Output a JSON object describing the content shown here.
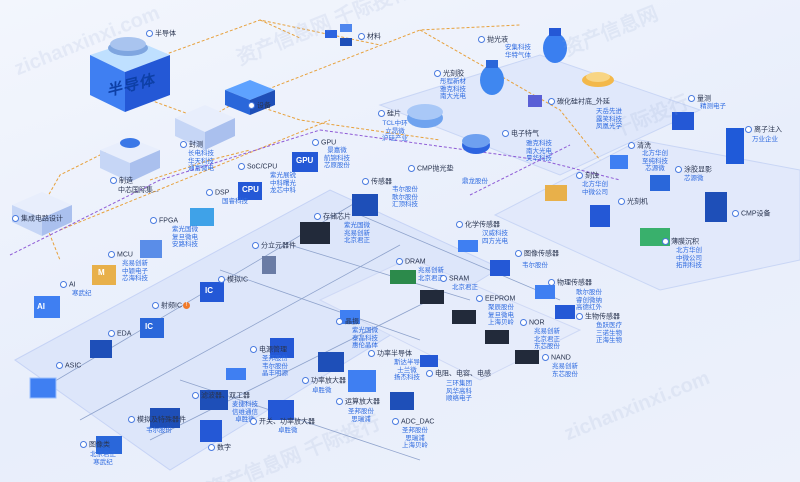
{
  "watermarks": [
    "资产信息网 千际投行",
    "zichanxinxi.com",
    "资产信息网",
    "千际投行",
    "zichanxinxi.com",
    "资产信息网 千际投行"
  ],
  "hub": {
    "logo": "半导体",
    "label": "半导体"
  },
  "l1": {
    "material": "材料",
    "equipment": "设备",
    "packaging": {
      "label": "封测",
      "companies": [
        "长电科技",
        "华天科技",
        "通富微电"
      ]
    },
    "manufacturing": {
      "label": "制造",
      "companies": [
        "中芯国际集..."
      ]
    },
    "design": "集成电路设计"
  },
  "materials": [
    {
      "label": "抛光液",
      "companies": [
        "安集科技",
        "华特气体"
      ]
    },
    {
      "label": "光刻胶",
      "companies": [
        "彤程新材",
        "雅克科技",
        "南大光电"
      ]
    },
    {
      "label": "碳化硅衬底_外延",
      "companies": [
        "天岳先进",
        "露笑科技",
        "凤凰光学"
      ]
    },
    {
      "label": "硅片",
      "companies": [
        "TCL中环",
        "立昂微",
        "沪硅产业"
      ]
    },
    {
      "label": "电子特气",
      "companies": [
        "雅克科技",
        "南大光电",
        "昊华科技"
      ]
    },
    {
      "label": "CMP抛光垫",
      "companies": [
        "鼎龙股份"
      ]
    }
  ],
  "equipment": [
    {
      "label": "量测",
      "companies": [
        "精测电子"
      ]
    },
    {
      "label": "离子注入",
      "companies": [
        "万业企业"
      ]
    },
    {
      "label": "清洗",
      "companies": [
        "北方华创",
        "至纯科技",
        "芯源微"
      ]
    },
    {
      "label": "刻蚀",
      "companies": [
        "北方华创",
        "中微公司"
      ]
    },
    {
      "label": "涂胶显影",
      "companies": [
        "芯源微"
      ]
    },
    {
      "label": "光刻机",
      "companies": []
    },
    {
      "label": "CMP设备",
      "companies": []
    },
    {
      "label": "薄膜沉积",
      "companies": [
        "北方华创",
        "中微公司",
        "拓荆科技"
      ]
    }
  ],
  "design": [
    {
      "label": "GPU",
      "companies": [
        "景嘉微",
        "航锦科技",
        "芯原股份"
      ]
    },
    {
      "label": "SoC/CPU",
      "companies": [
        "紫光展锐",
        "中科曙光",
        "龙芯中科"
      ]
    },
    {
      "label": "DSP",
      "companies": [
        "国睿科技"
      ]
    },
    {
      "label": "FPGA",
      "companies": [
        "紫光国微",
        "复旦微电",
        "安路科技"
      ]
    },
    {
      "label": "MCU",
      "companies": [
        "兆易创新",
        "中颖电子",
        "芯海科技"
      ]
    },
    {
      "label": "AI",
      "companies": [
        "寒武纪"
      ]
    },
    {
      "label": "EDA",
      "companies": []
    },
    {
      "label": "ASIC",
      "companies": []
    },
    {
      "label": "射频IC",
      "companies": []
    },
    {
      "label": "模拟IC",
      "companies": []
    },
    {
      "label": "分立元器件",
      "companies": []
    },
    {
      "label": "传感器",
      "companies": [
        "韦尔股份",
        "歌尔股份",
        "汇顶科技"
      ]
    },
    {
      "label": "存储芯片",
      "companies": [
        "紫光国微",
        "兆易创新",
        "北京君正"
      ]
    },
    {
      "label": "化学传感器",
      "companies": [
        "汉威科技",
        "四方光电"
      ]
    },
    {
      "label": "DRAM",
      "companies": [
        "兆易创新",
        "北京君正"
      ]
    },
    {
      "label": "图像传感器",
      "companies": [
        "韦尔股份"
      ]
    },
    {
      "label": "SRAM",
      "companies": [
        "北京君正"
      ]
    },
    {
      "label": "物理传感器",
      "companies": [
        "歌尔股份",
        "睿创微纳",
        "高德红外"
      ]
    },
    {
      "label": "EEPROM",
      "companies": [
        "聚辰股份",
        "复旦微电",
        "上海贝岭"
      ]
    },
    {
      "label": "生物传感器",
      "companies": [
        "鱼跃医疗",
        "三诺生物",
        "正海生物"
      ]
    },
    {
      "label": "NOR",
      "companies": [
        "兆易创新",
        "北京君正",
        "东芯股份"
      ]
    },
    {
      "label": "NAND",
      "companies": [
        "兆易创新",
        "东芯股份"
      ]
    },
    {
      "label": "晶振",
      "companies": [
        "紫光国微",
        "泰晶科技",
        "惠伦晶体"
      ]
    },
    {
      "label": "功率半导体",
      "companies": [
        "斯达半导",
        "士兰微",
        "扬杰科技"
      ]
    },
    {
      "label": "电阻、电容、电感",
      "companies": [
        "三环集团",
        "风华高科",
        "顺络电子"
      ]
    },
    {
      "label": "电源管理",
      "companies": [
        "圣邦股份",
        "韦尔股份",
        "晶丰明源"
      ]
    },
    {
      "label": "功率放大器",
      "companies": [
        "卓胜微"
      ]
    },
    {
      "label": "滤波器、双工器",
      "companies": [
        "麦捷科技",
        "信维通信",
        "卓胜微"
      ]
    },
    {
      "label": "运算放大器",
      "companies": [
        "圣邦股份",
        "思瑞浦"
      ]
    },
    {
      "label": "开关、功率放大器",
      "companies": [
        "卓胜微"
      ]
    },
    {
      "label": "ADC_DAC",
      "companies": [
        "圣邦股份",
        "思瑞浦",
        "上海贝岭"
      ]
    },
    {
      "label": "模拟及特殊器件",
      "companies": [
        "韦尔股份"
      ]
    },
    {
      "label": "数字",
      "companies": []
    },
    {
      "label": "图像类",
      "companies": [
        "北京君正",
        "寒武纪"
      ]
    }
  ],
  "chip_tags": {
    "ai": "AI",
    "mcu": "M",
    "ic1": "IC",
    "ic2": "IC",
    "cpu": "CPU",
    "gpu": "GPU"
  },
  "colors": {
    "accent": "#2f6be0",
    "line_orange": "#e7a13c",
    "line_purple": "#8e5bd6",
    "platform": "#dfe7fa"
  }
}
